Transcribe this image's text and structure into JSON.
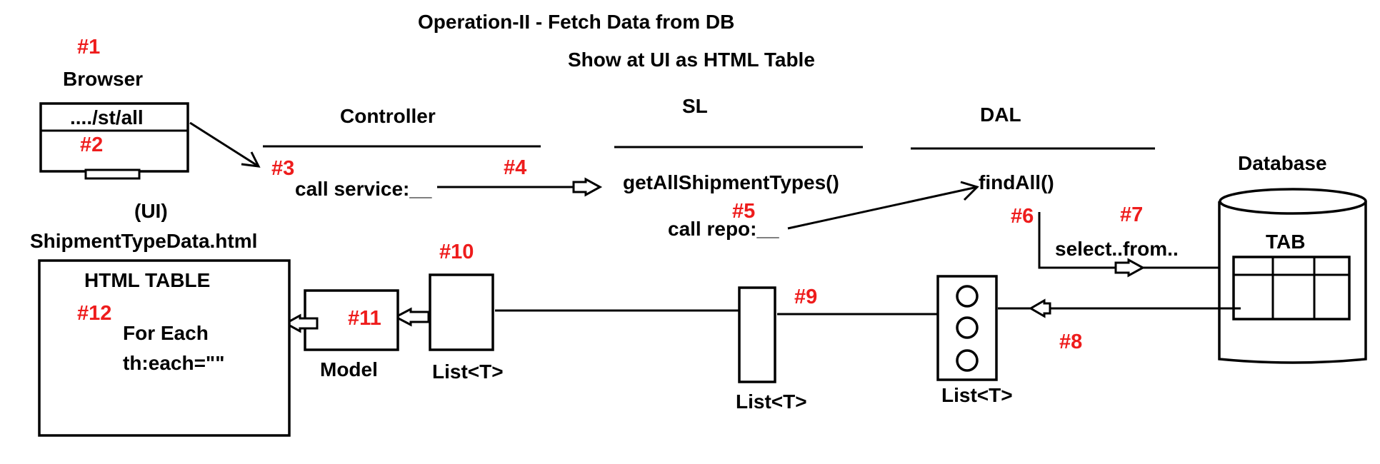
{
  "title": {
    "line1": "Operation-II - Fetch Data from DB",
    "line2": "Show at UI as HTML Table"
  },
  "browser": {
    "label": "Browser",
    "url": "..../st/all"
  },
  "layers": {
    "controller": "Controller",
    "sl": "SL",
    "dal": "DAL",
    "database": "Database"
  },
  "code": {
    "call_service": "call service:__",
    "service_method": "getAllShipmentTypes()",
    "call_repo": "call repo:__",
    "repo_method": "findAll()",
    "query": "select..from.."
  },
  "db": {
    "table_label": "TAB"
  },
  "view": {
    "ui_label": "(UI)",
    "file_name": "ShipmentTypeData.html",
    "table_title": "HTML TABLE",
    "for_each": "For Each",
    "th_each": "th:each=\"\""
  },
  "labels": {
    "model": "Model",
    "list_view": "List<T>",
    "list_sl": "List<T>",
    "list_dal": "List<T>"
  },
  "steps": {
    "s1": "#1",
    "s2": "#2",
    "s3": "#3",
    "s4": "#4",
    "s5": "#5",
    "s6": "#6",
    "s7": "#7",
    "s8": "#8",
    "s9": "#9",
    "s10": "#10",
    "s11": "#11",
    "s12": "#12"
  },
  "colors": {
    "step_number": "#ee1c1c",
    "text": "#000000",
    "background": "#ffffff"
  }
}
